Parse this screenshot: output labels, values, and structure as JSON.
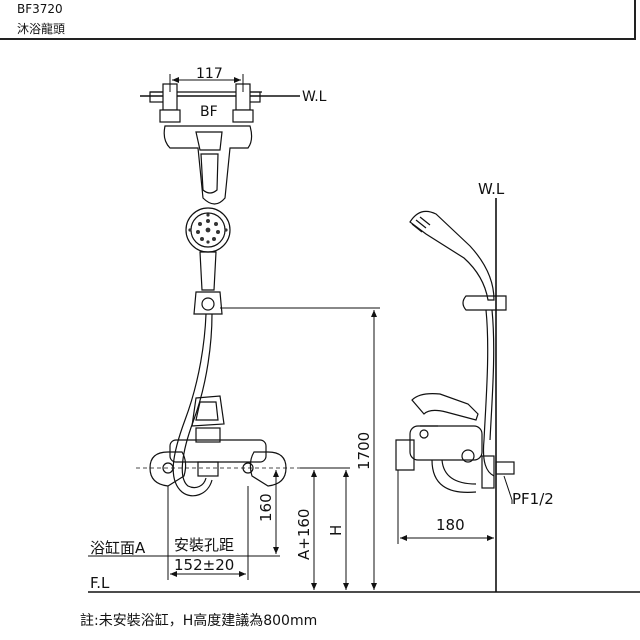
{
  "header": {
    "model": "BF3720",
    "product_name": "沐浴龍頭"
  },
  "front_view": {
    "top_width": "117",
    "wall_line_top": "W.L",
    "spacing_label": "安裝孔距",
    "spacing_value": "152±20",
    "tub_surface": "浴缸面A",
    "floor_line": "F.L",
    "height_160": "160",
    "height_a160": "A+160",
    "height_h": "H",
    "height_1700": "1700"
  },
  "side_view": {
    "wall_line": "W.L",
    "depth": "180",
    "thread": "PF1/2"
  },
  "footer": {
    "note": "註:未安裝浴缸，H高度建議為800mm"
  }
}
